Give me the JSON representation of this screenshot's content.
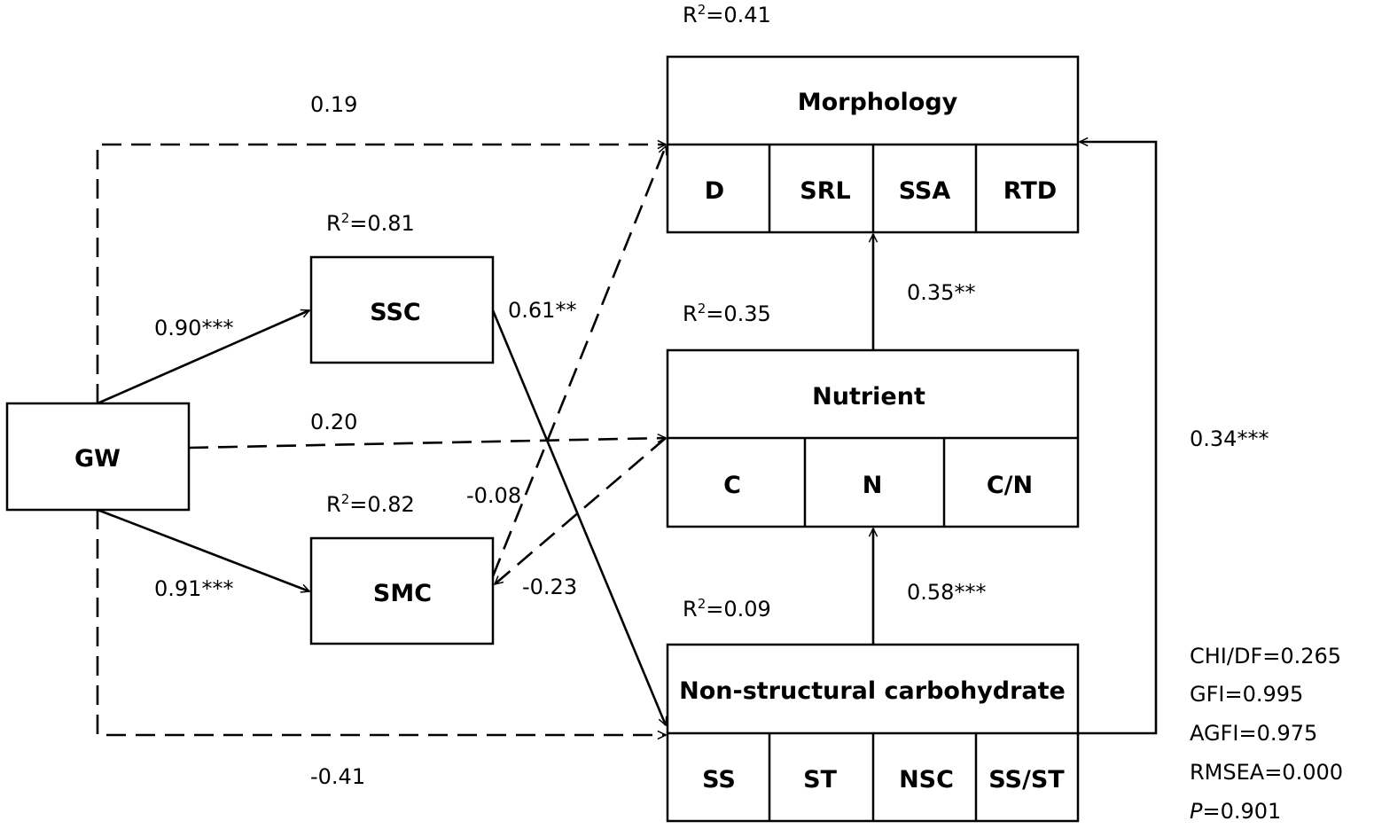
{
  "nodes": {
    "gw": "GW",
    "ssc": "SSC",
    "smc": "SMC",
    "morphology": {
      "title": "Morphology",
      "items": [
        "D",
        "SRL",
        "SSA",
        "RTD"
      ]
    },
    "nutrient": {
      "title": "Nutrient",
      "items": [
        "C",
        "N",
        "C/N"
      ]
    },
    "nsc": {
      "title": "Non-structural carbohydrate",
      "items": [
        "SS",
        "ST",
        "NSC",
        "SS/ST"
      ]
    }
  },
  "r2": {
    "prefix": "R",
    "sup": "2",
    "morphology": "=0.41",
    "ssc": "=0.81",
    "nutrient": "=0.35",
    "smc": "=0.82",
    "nsc": "=0.09"
  },
  "paths": {
    "gw_morphology": "0.19",
    "gw_ssc": "0.90***",
    "ssc_morphology": "0.61**",
    "nutrient_morphology": "0.35**",
    "gw_nutrient": "0.20",
    "nsc_morphology": "0.34***",
    "smc_nutrient": "-0.08",
    "gw_smc": "0.91***",
    "ssc_nsc": "-0.23",
    "nsc_nutrient": "0.58***",
    "gw_nsc": "-0.41"
  },
  "fit": {
    "chi_df": "CHI/DF=0.265",
    "gfi": "GFI=0.995",
    "agfi": "AGFI=0.975",
    "rmsea": "RMSEA=0.000",
    "p_label": "P",
    "p_value": "=0.901"
  }
}
